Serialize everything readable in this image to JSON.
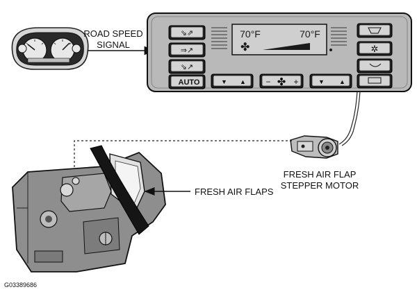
{
  "labels": {
    "road_speed": [
      "ROAD SPEED",
      "SIGNAL"
    ],
    "stepper": [
      "FRESH AIR FLAP",
      "STEPPER MOTOR"
    ],
    "fresh_air_flaps": "FRESH AIR FLAPS",
    "figure_id": "G03389686"
  },
  "control_panel": {
    "temp_left": "70°F",
    "temp_right": "70°F",
    "auto_label": "AUTO",
    "fan_minus": "−",
    "fan_plus": "+"
  },
  "colors": {
    "panel": "#b9b9b9",
    "button": "#1e1e1e",
    "lcd": "#cfcfcf",
    "housing": "#8a8a8a",
    "flap_band": "#151515"
  }
}
